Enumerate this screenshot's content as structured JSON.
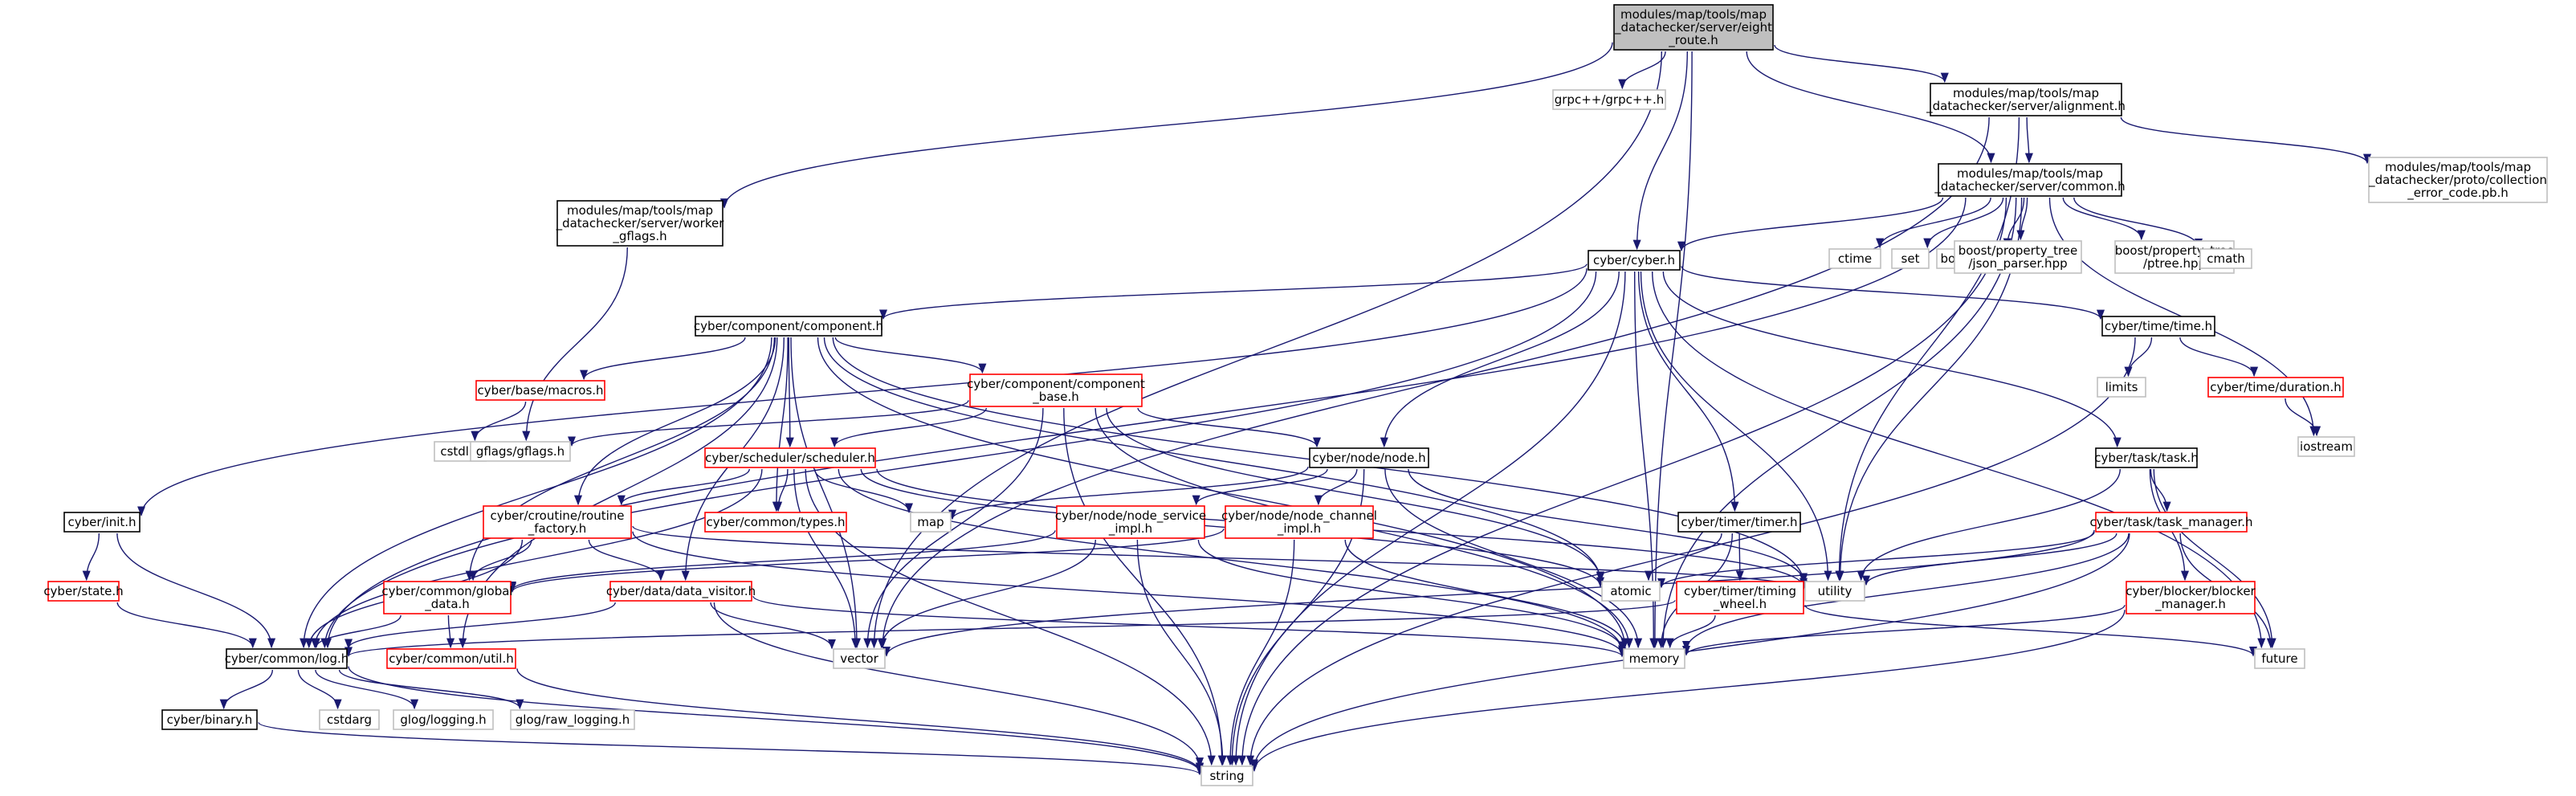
{
  "colors": {
    "edge": "#191970",
    "black_border": "#000000",
    "red_border": "#ff0000",
    "grey_border": "#bfbfbf",
    "root_fill": "#bfbfbf",
    "fill": "#ffffff",
    "text": "#000000"
  },
  "nodes": [
    {
      "id": "root",
      "lines": [
        "modules/map/tools/map",
        "_datachecker/server/eight",
        "_route.h"
      ],
      "style": "root"
    },
    {
      "id": "grpc",
      "lines": [
        "grpc++/grpc++.h"
      ],
      "style": "grey"
    },
    {
      "id": "alignment",
      "lines": [
        "modules/map/tools/map",
        "_datachecker/server/alignment.h"
      ],
      "style": "black"
    },
    {
      "id": "collection",
      "lines": [
        "modules/map/tools/map",
        "_datachecker/proto/collection",
        "_error_code.pb.h"
      ],
      "style": "grey"
    },
    {
      "id": "worker",
      "lines": [
        "modules/map/tools/map",
        "_datachecker/server/worker",
        "_gflags.h"
      ],
      "style": "black"
    },
    {
      "id": "common",
      "lines": [
        "modules/map/tools/map",
        "_datachecker/server/common.h"
      ],
      "style": "black"
    },
    {
      "id": "cyber",
      "lines": [
        "cyber/cyber.h"
      ],
      "style": "black"
    },
    {
      "id": "ctime",
      "lines": [
        "ctime"
      ],
      "style": "grey"
    },
    {
      "id": "set",
      "lines": [
        "set"
      ],
      "style": "grey"
    },
    {
      "id": "boostfs",
      "lines": [
        "boost/filesystem.hpp"
      ],
      "style": "grey"
    },
    {
      "id": "jsonparser",
      "lines": [
        "boost/property_tree",
        "/json_parser.hpp"
      ],
      "style": "grey"
    },
    {
      "id": "ptree",
      "lines": [
        "boost/property_tree",
        "/ptree.hpp"
      ],
      "style": "grey"
    },
    {
      "id": "cmath",
      "lines": [
        "cmath"
      ],
      "style": "grey"
    },
    {
      "id": "component",
      "lines": [
        "cyber/component/component.h"
      ],
      "style": "black"
    },
    {
      "id": "timeh",
      "lines": [
        "cyber/time/time.h"
      ],
      "style": "black"
    },
    {
      "id": "limits",
      "lines": [
        "limits"
      ],
      "style": "grey"
    },
    {
      "id": "duration",
      "lines": [
        "cyber/time/duration.h"
      ],
      "style": "red"
    },
    {
      "id": "iostream",
      "lines": [
        "iostream"
      ],
      "style": "grey"
    },
    {
      "id": "macros",
      "lines": [
        "cyber/base/macros.h"
      ],
      "style": "red"
    },
    {
      "id": "cstdlib",
      "lines": [
        "cstdlib"
      ],
      "style": "grey"
    },
    {
      "id": "gflags",
      "lines": [
        "gflags/gflags.h"
      ],
      "style": "grey"
    },
    {
      "id": "compbase",
      "lines": [
        "cyber/component/component",
        "_base.h"
      ],
      "style": "red"
    },
    {
      "id": "nodeh",
      "lines": [
        "cyber/node/node.h"
      ],
      "style": "black"
    },
    {
      "id": "taskh",
      "lines": [
        "cyber/task/task.h"
      ],
      "style": "black"
    },
    {
      "id": "scheduler",
      "lines": [
        "cyber/scheduler/scheduler.h"
      ],
      "style": "red"
    },
    {
      "id": "inith",
      "lines": [
        "cyber/init.h"
      ],
      "style": "black"
    },
    {
      "id": "state",
      "lines": [
        "cyber/state.h"
      ],
      "style": "red"
    },
    {
      "id": "map",
      "lines": [
        "map"
      ],
      "style": "grey"
    },
    {
      "id": "types",
      "lines": [
        "cyber/common/types.h"
      ],
      "style": "red"
    },
    {
      "id": "nodeservice",
      "lines": [
        "cyber/node/node_service",
        "_impl.h"
      ],
      "style": "red"
    },
    {
      "id": "nodechannel",
      "lines": [
        "cyber/node/node_channel",
        "_impl.h"
      ],
      "style": "red"
    },
    {
      "id": "timer",
      "lines": [
        "cyber/timer/timer.h"
      ],
      "style": "black"
    },
    {
      "id": "taskmanager",
      "lines": [
        "cyber/task/task_manager.h"
      ],
      "style": "red"
    },
    {
      "id": "routine",
      "lines": [
        "cyber/croutine/routine",
        "_factory.h"
      ],
      "style": "red"
    },
    {
      "id": "atomic",
      "lines": [
        "atomic"
      ],
      "style": "grey"
    },
    {
      "id": "utility",
      "lines": [
        "utility"
      ],
      "style": "grey"
    },
    {
      "id": "global",
      "lines": [
        "cyber/common/global",
        "_data.h"
      ],
      "style": "red"
    },
    {
      "id": "datavisitor",
      "lines": [
        "cyber/data/data_visitor.h"
      ],
      "style": "red"
    },
    {
      "id": "timingwheel",
      "lines": [
        "cyber/timer/timing",
        "_wheel.h"
      ],
      "style": "red"
    },
    {
      "id": "blocker",
      "lines": [
        "cyber/blocker/blocker",
        "_manager.h"
      ],
      "style": "red"
    },
    {
      "id": "log",
      "lines": [
        "cyber/common/log.h"
      ],
      "style": "black"
    },
    {
      "id": "util",
      "lines": [
        "cyber/common/util.h"
      ],
      "style": "red"
    },
    {
      "id": "vector",
      "lines": [
        "vector"
      ],
      "style": "grey"
    },
    {
      "id": "memory",
      "lines": [
        "memory"
      ],
      "style": "grey"
    },
    {
      "id": "future",
      "lines": [
        "future"
      ],
      "style": "grey"
    },
    {
      "id": "binary",
      "lines": [
        "cyber/binary.h"
      ],
      "style": "black"
    },
    {
      "id": "cstdarg",
      "lines": [
        "cstdarg"
      ],
      "style": "grey"
    },
    {
      "id": "glogging",
      "lines": [
        "glog/logging.h"
      ],
      "style": "grey"
    },
    {
      "id": "grawlogging",
      "lines": [
        "glog/raw_logging.h"
      ],
      "style": "grey"
    },
    {
      "id": "string",
      "lines": [
        "string"
      ],
      "style": "grey"
    }
  ],
  "edges": [
    [
      "root",
      "grpc"
    ],
    [
      "root",
      "alignment"
    ],
    [
      "root",
      "worker"
    ],
    [
      "root",
      "common"
    ],
    [
      "root",
      "cyber"
    ],
    [
      "root",
      "vector"
    ],
    [
      "root",
      "memory"
    ],
    [
      "alignment",
      "collection"
    ],
    [
      "alignment",
      "common"
    ],
    [
      "alignment",
      "vector"
    ],
    [
      "alignment",
      "utility"
    ],
    [
      "worker",
      "gflags"
    ],
    [
      "common",
      "cyber"
    ],
    [
      "common",
      "ctime"
    ],
    [
      "common",
      "set"
    ],
    [
      "common",
      "boostfs"
    ],
    [
      "common",
      "jsonparser"
    ],
    [
      "common",
      "ptree"
    ],
    [
      "common",
      "cmath"
    ],
    [
      "common",
      "iostream"
    ],
    [
      "common",
      "memory"
    ],
    [
      "common",
      "string"
    ],
    [
      "common",
      "utility"
    ],
    [
      "common",
      "log"
    ],
    [
      "cyber",
      "component"
    ],
    [
      "cyber",
      "inith"
    ],
    [
      "cyber",
      "timeh"
    ],
    [
      "cyber",
      "taskh"
    ],
    [
      "cyber",
      "nodeh"
    ],
    [
      "cyber",
      "timer"
    ],
    [
      "cyber",
      "log"
    ],
    [
      "cyber",
      "memory"
    ],
    [
      "cyber",
      "utility"
    ],
    [
      "cyber",
      "string"
    ],
    [
      "cyber",
      "future"
    ],
    [
      "component",
      "macros"
    ],
    [
      "component",
      "compbase"
    ],
    [
      "component",
      "scheduler"
    ],
    [
      "component",
      "types"
    ],
    [
      "component",
      "routine"
    ],
    [
      "component",
      "global"
    ],
    [
      "component",
      "datavisitor"
    ],
    [
      "component",
      "util"
    ],
    [
      "component",
      "log"
    ],
    [
      "component",
      "vector"
    ],
    [
      "component",
      "memory"
    ],
    [
      "component",
      "utility"
    ],
    [
      "component",
      "atomic"
    ],
    [
      "timeh",
      "limits"
    ],
    [
      "timeh",
      "duration"
    ],
    [
      "timeh",
      "string"
    ],
    [
      "duration",
      "iostream"
    ],
    [
      "macros",
      "cstdlib"
    ],
    [
      "compbase",
      "gflags"
    ],
    [
      "compbase",
      "nodeh"
    ],
    [
      "compbase",
      "scheduler"
    ],
    [
      "compbase",
      "atomic"
    ],
    [
      "compbase",
      "memory"
    ],
    [
      "compbase",
      "string"
    ],
    [
      "compbase",
      "vector"
    ],
    [
      "nodeh",
      "map"
    ],
    [
      "nodeh",
      "nodeservice"
    ],
    [
      "nodeh",
      "nodechannel"
    ],
    [
      "nodeh",
      "memory"
    ],
    [
      "nodeh",
      "string"
    ],
    [
      "nodeh",
      "utility"
    ],
    [
      "scheduler",
      "map"
    ],
    [
      "scheduler",
      "types"
    ],
    [
      "scheduler",
      "routine"
    ],
    [
      "scheduler",
      "log"
    ],
    [
      "scheduler",
      "string"
    ],
    [
      "scheduler",
      "vector"
    ],
    [
      "scheduler",
      "memory"
    ],
    [
      "scheduler",
      "atomic"
    ],
    [
      "scheduler",
      "utility"
    ],
    [
      "inith",
      "state"
    ],
    [
      "inith",
      "log"
    ],
    [
      "state",
      "log"
    ],
    [
      "nodeservice",
      "global"
    ],
    [
      "nodeservice",
      "memory"
    ],
    [
      "nodeservice",
      "string"
    ],
    [
      "nodeservice",
      "vector"
    ],
    [
      "nodechannel",
      "global"
    ],
    [
      "nodechannel",
      "memory"
    ],
    [
      "nodechannel",
      "string"
    ],
    [
      "timer",
      "timingwheel"
    ],
    [
      "timer",
      "atomic"
    ],
    [
      "timer",
      "memory"
    ],
    [
      "taskh",
      "taskmanager"
    ],
    [
      "taskh",
      "utility"
    ],
    [
      "taskh",
      "future"
    ],
    [
      "taskh",
      "blocker"
    ],
    [
      "taskmanager",
      "atomic"
    ],
    [
      "taskmanager",
      "utility"
    ],
    [
      "taskmanager",
      "memory"
    ],
    [
      "taskmanager",
      "future"
    ],
    [
      "taskmanager",
      "string"
    ],
    [
      "taskmanager",
      "vector"
    ],
    [
      "routine",
      "global"
    ],
    [
      "routine",
      "datavisitor"
    ],
    [
      "routine",
      "log"
    ],
    [
      "routine",
      "memory"
    ],
    [
      "routine",
      "utility"
    ],
    [
      "global",
      "log"
    ],
    [
      "global",
      "util"
    ],
    [
      "datavisitor",
      "log"
    ],
    [
      "datavisitor",
      "vector"
    ],
    [
      "datavisitor",
      "memory"
    ],
    [
      "datavisitor",
      "string"
    ],
    [
      "timingwheel",
      "log"
    ],
    [
      "timingwheel",
      "memory"
    ],
    [
      "timingwheel",
      "future"
    ],
    [
      "blocker",
      "memory"
    ],
    [
      "blocker",
      "string"
    ],
    [
      "log",
      "binary"
    ],
    [
      "log",
      "cstdarg"
    ],
    [
      "log",
      "glogging"
    ],
    [
      "log",
      "grawlogging"
    ],
    [
      "log",
      "string"
    ],
    [
      "util",
      "string"
    ],
    [
      "binary",
      "string"
    ]
  ]
}
